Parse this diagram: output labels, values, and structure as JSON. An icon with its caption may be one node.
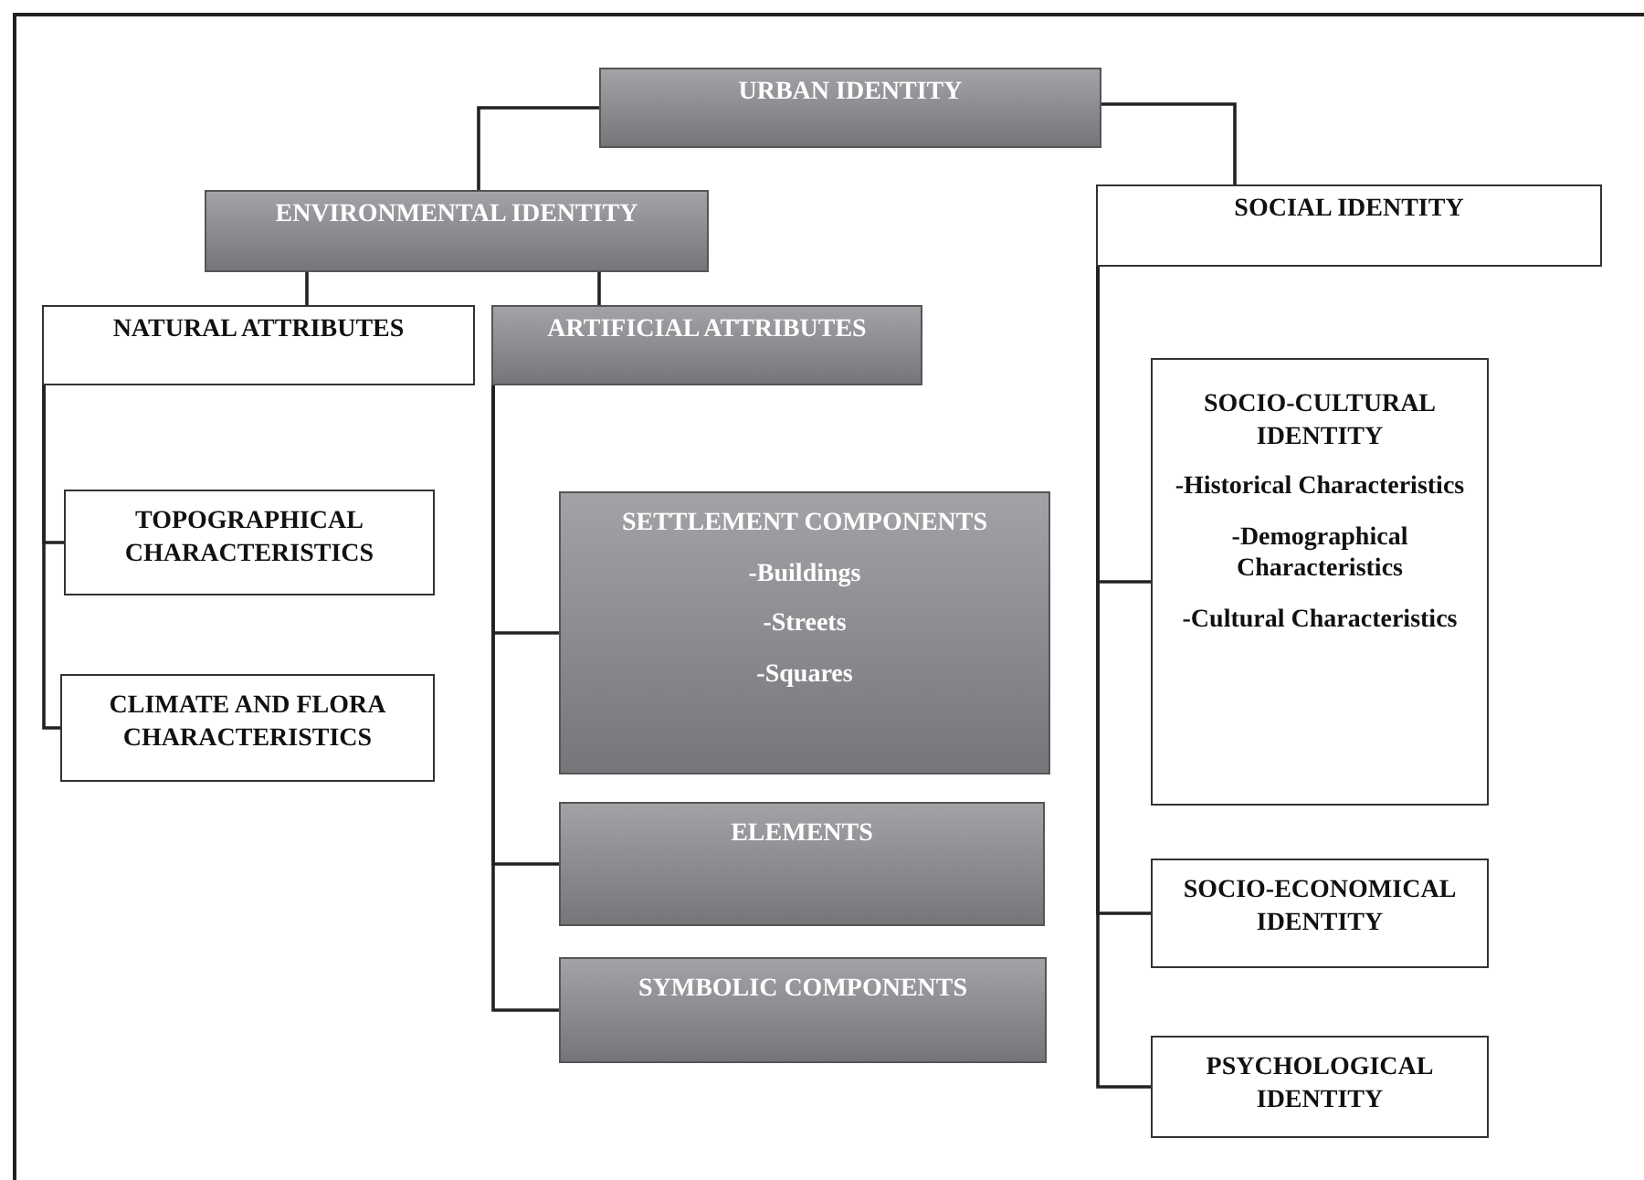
{
  "diagram": {
    "nodes": [
      {
        "text": [
          "URBAN IDENTITY"
        ]
      },
      {
        "text": [
          "ENVIRONMENTAL IDENTITY"
        ]
      },
      {
        "text": [
          "SOCIAL IDENTITY"
        ]
      },
      {
        "text": [
          "NATURAL ATTRIBUTES"
        ]
      },
      {
        "text": [
          "ARTIFICIAL ATTRIBUTES"
        ]
      },
      {
        "text": [
          "TOPOGRAPHICAL CHARACTERISTICS"
        ]
      },
      {
        "text": [
          "CLIMATE AND FLORA CHARACTERISTICS"
        ]
      },
      {
        "text": [
          "SETTLEMENT COMPONENTS",
          "-Buildings",
          "-Streets",
          "-Squares"
        ]
      },
      {
        "text": [
          "ELEMENTS"
        ]
      },
      {
        "text": [
          "SYMBOLIC COMPONENTS"
        ]
      },
      {
        "text": [
          "SOCIO-CULTURAL IDENTITY",
          "-Historical Characteristics",
          "-Demographical Characteristics",
          "-Cultural Characteristics"
        ]
      },
      {
        "text": [
          "SOCIO-ECONOMICAL IDENTITY"
        ]
      },
      {
        "text": [
          "PSYCHOLOGICAL IDENTITY"
        ]
      }
    ],
    "edges": [
      {
        "from": 0,
        "to": 1,
        "arrow": "none"
      },
      {
        "from": 0,
        "to": 2,
        "arrow": "none"
      },
      {
        "from": 1,
        "to": 3,
        "arrow": "none"
      },
      {
        "from": 1,
        "to": 4,
        "arrow": "none"
      },
      {
        "from": 3,
        "to": 5,
        "arrow": "none"
      },
      {
        "from": 3,
        "to": 6,
        "arrow": "none"
      },
      {
        "from": 4,
        "to": 7,
        "arrow": "none"
      },
      {
        "from": 4,
        "to": 8,
        "arrow": "none"
      },
      {
        "from": 4,
        "to": 9,
        "arrow": "none"
      },
      {
        "from": 2,
        "to": 10,
        "arrow": "none"
      },
      {
        "from": 2,
        "to": 11,
        "arrow": "none"
      },
      {
        "from": 2,
        "to": 12,
        "arrow": "none"
      }
    ]
  }
}
